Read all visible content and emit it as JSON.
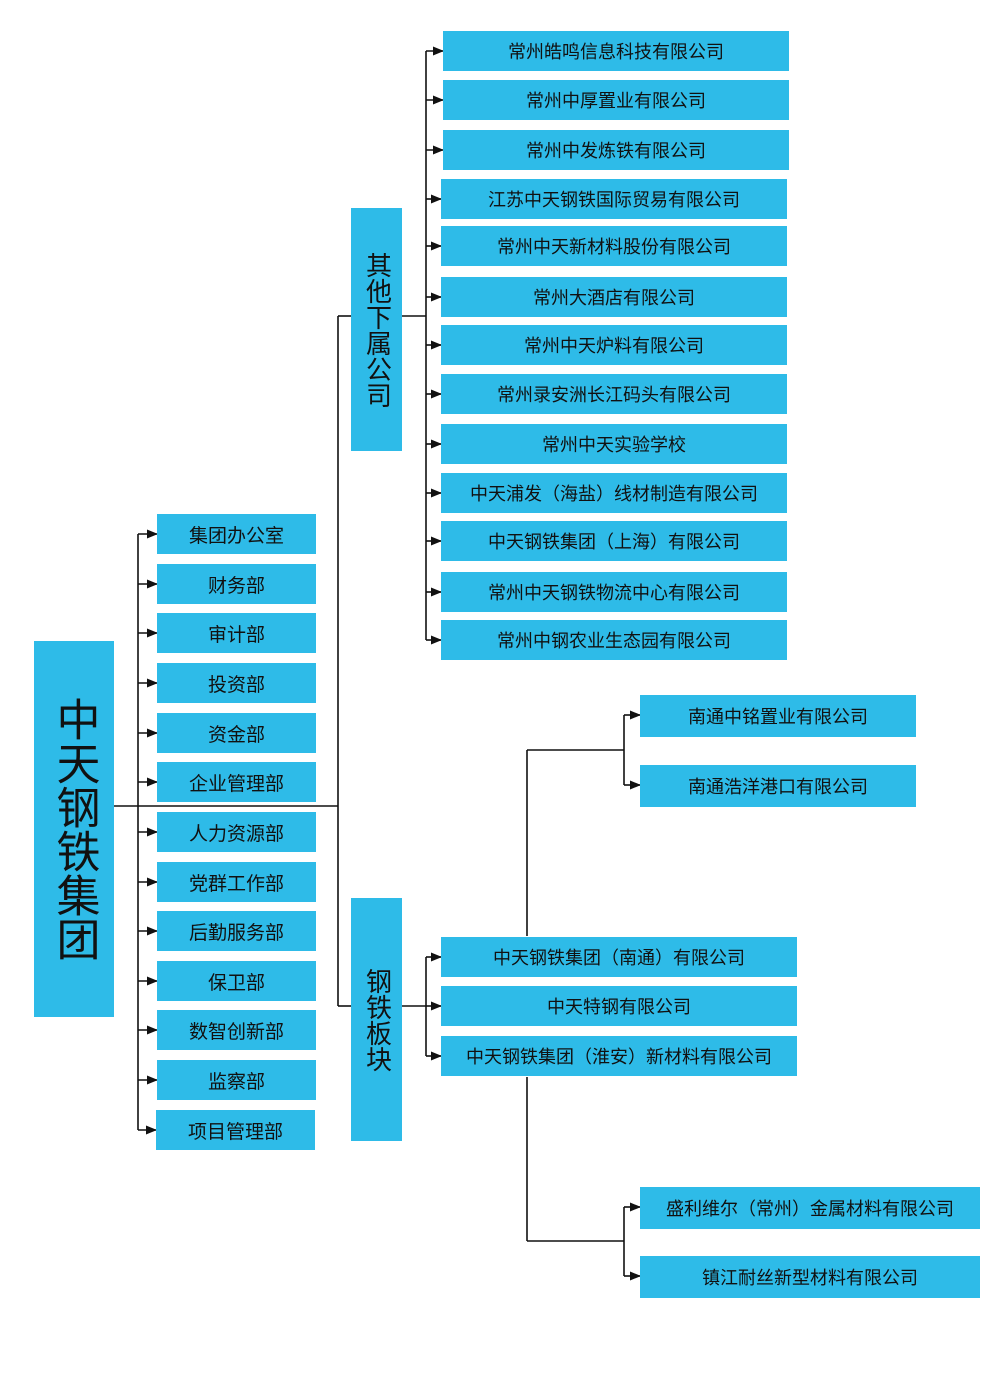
{
  "colors": {
    "box_fill": "#2EBBE8",
    "line": "#111111",
    "text": "#111111",
    "background": "#ffffff"
  },
  "root": {
    "label": "中天钢铁集团"
  },
  "departments": [
    "集团办公室",
    "财务部",
    "审计部",
    "投资部",
    "资金部",
    "企业管理部",
    "人力资源部",
    "党群工作部",
    "后勤服务部",
    "保卫部",
    "数智创新部",
    "监察部",
    "项目管理部"
  ],
  "groups": [
    {
      "label": "其他下属公司",
      "companies": [
        "常州皓鸣信息科技有限公司",
        "常州中厚置业有限公司",
        "常州中发炼铁有限公司",
        "江苏中天钢铁国际贸易有限公司",
        "常州中天新材料股份有限公司",
        "常州大酒店有限公司",
        "常州中天炉料有限公司",
        "常州录安洲长江码头有限公司",
        "常州中天实验学校",
        "中天浦发（海盐）线材制造有限公司",
        "中天钢铁集团（上海）有限公司",
        "常州中天钢铁物流中心有限公司",
        "常州中钢农业生态园有限公司"
      ]
    },
    {
      "label": "钢铁板块",
      "companies": [
        "中天钢铁集团（南通）有限公司",
        "中天特钢有限公司",
        "中天钢铁集团（淮安）新材料有限公司"
      ]
    }
  ],
  "nantong_subs": [
    "南通中铭置业有限公司",
    "南通浩洋港口有限公司"
  ],
  "huaian_subs": [
    "盛利维尔（常州）金属材料有限公司",
    "镇江耐丝新型材料有限公司"
  ]
}
